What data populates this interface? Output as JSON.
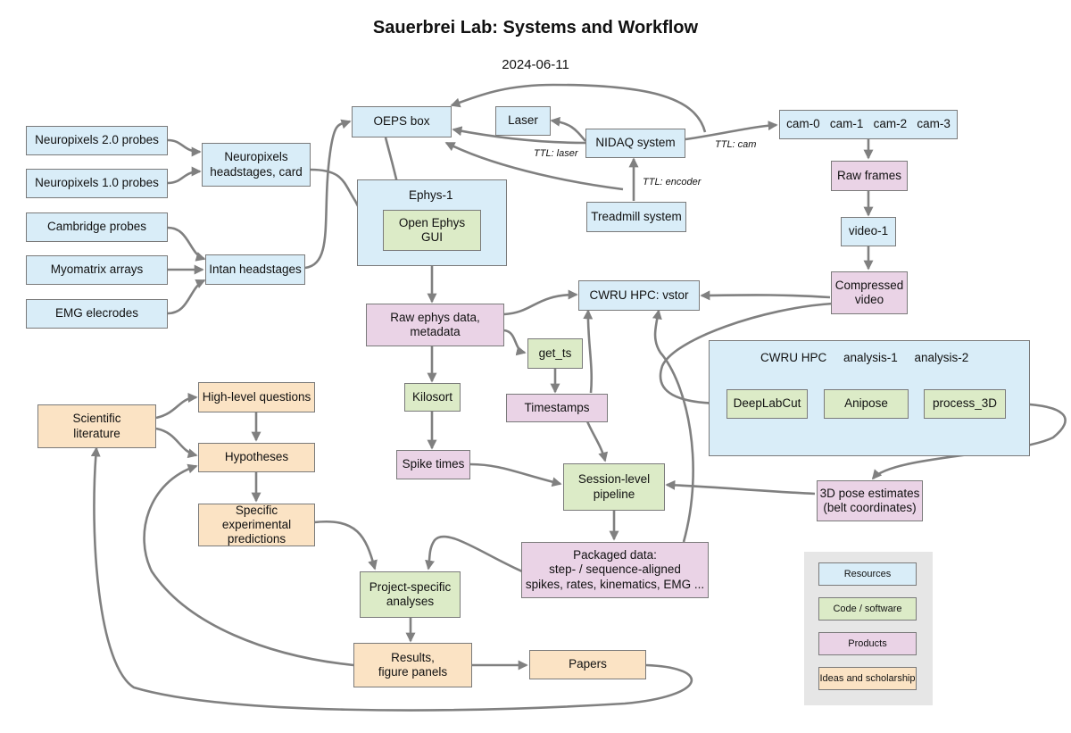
{
  "header": {
    "title": "Sauerbrei Lab: Systems and Workflow",
    "date": "2024-06-11"
  },
  "nodes": {
    "np2": "Neuropixels 2.0 probes",
    "np1": "Neuropixels 1.0 probes",
    "np_hs": "Neuropixels\nheadstages, card",
    "cambridge": "Cambridge probes",
    "myomatrix": "Myomatrix arrays",
    "emg_el": "EMG elecrodes",
    "intan": "Intan headstages",
    "oeps": "OEPS box",
    "laser": "Laser",
    "nidaq": "NIDAQ system",
    "treadmill": "Treadmill system",
    "cams": "cam-0   cam-1   cam-2   cam-3",
    "raw_frames": "Raw frames",
    "video1": "video-1",
    "compressed": "Compressed\nvideo",
    "oegui": "Open Ephys\nGUI",
    "raw_ephys": "Raw ephys data,\nmetadata",
    "vstor": "CWRU HPC: vstor",
    "get_ts": "get_ts",
    "kilosort": "Kilosort",
    "timestamps": "Timestamps",
    "spikes": "Spike times",
    "session": "Session-level\npipeline",
    "dlc": "DeepLabCut",
    "anipose": "Anipose",
    "proc3d": "process_3D",
    "pose": "3D pose estimates\n(belt coordinates)",
    "packaged": "Packaged data:\nstep- / sequence-aligned\nspikes, rates, kinematics, EMG ...",
    "literature": "Scientific\nliterature",
    "questions": "High-level questions",
    "hypotheses": "Hypotheses",
    "predictions": "Specific experimental\npredictions",
    "analyses": "Project-specific\nanalyses",
    "results": "Results,\nfigure panels",
    "papers": "Papers"
  },
  "groups": {
    "ephys1": "Ephys-1",
    "hpc": "CWRU HPC     analysis-1     analysis-2"
  },
  "edge_labels": {
    "ttl_laser": "TTL: laser",
    "ttl_cam": "TTL: cam",
    "ttl_encoder": "TTL: encoder"
  },
  "legend": {
    "resources": "Resources",
    "code": "Code / software",
    "products": "Products",
    "ideas": "Ideas and scholarship"
  },
  "colors": {
    "resources": "#d9edf8",
    "code": "#dcebc7",
    "products": "#ead3e6",
    "ideas": "#fbe3c4",
    "edge": "#808080"
  }
}
